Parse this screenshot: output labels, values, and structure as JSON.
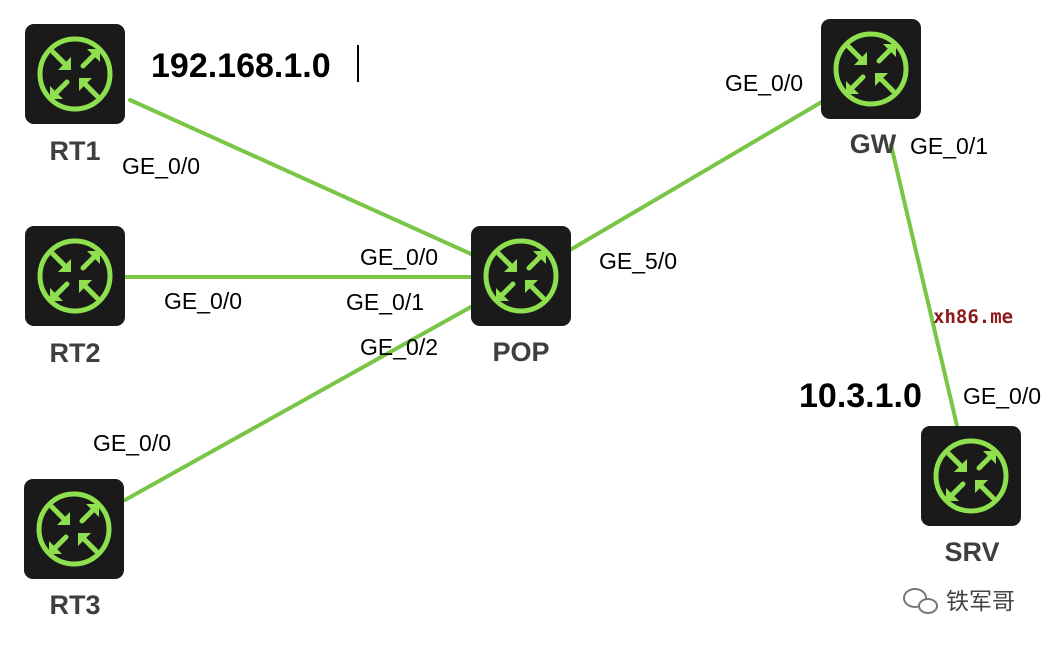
{
  "diagram": {
    "nodes": [
      {
        "id": "RT1",
        "label": "RT1"
      },
      {
        "id": "RT2",
        "label": "RT2"
      },
      {
        "id": "RT3",
        "label": "RT3"
      },
      {
        "id": "POP",
        "label": "POP"
      },
      {
        "id": "GW",
        "label": "GW"
      },
      {
        "id": "SRV",
        "label": "SRV"
      }
    ],
    "links": [
      {
        "from": "RT1",
        "to": "POP"
      },
      {
        "from": "RT2",
        "to": "POP"
      },
      {
        "from": "RT3",
        "to": "POP"
      },
      {
        "from": "POP",
        "to": "GW"
      },
      {
        "from": "GW",
        "to": "SRV"
      }
    ],
    "ports": {
      "rt1_ge00": "GE_0/0",
      "rt2_ge00": "GE_0/0",
      "rt3_ge00": "GE_0/0",
      "pop_ge00": "GE_0/0",
      "pop_ge01": "GE_0/1",
      "pop_ge02": "GE_0/2",
      "pop_ge50": "GE_5/0",
      "gw_ge00": "GE_0/0",
      "gw_ge01": "GE_0/1",
      "srv_ge00": "GE_0/0"
    },
    "networks": {
      "lan": "192.168.1.0",
      "server": "10.3.1.0"
    },
    "watermark": "xh86.me",
    "brand": "铁军哥"
  },
  "colors": {
    "link": "#79c546",
    "router_icon": "#8fe04e",
    "router_box": "#1a1a1a",
    "watermark": "#8b1a1a"
  }
}
